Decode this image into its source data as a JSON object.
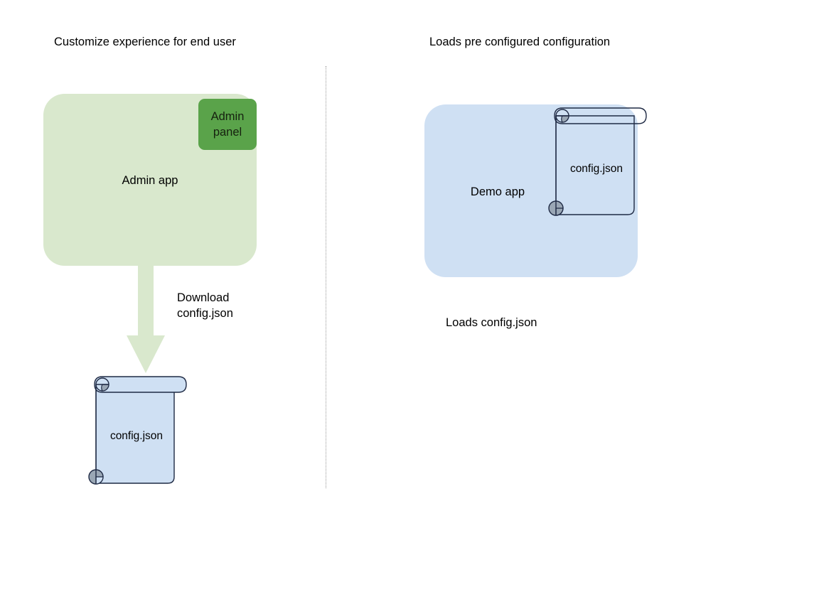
{
  "diagram": {
    "type": "flow-diagram",
    "background": "#ffffff",
    "columns": [
      {
        "title": "Customize experience for end user",
        "app": {
          "label": "Admin app",
          "fill": "#d9e8cd",
          "sub_component": {
            "label": "Admin\npanel",
            "fill": "#5aa34a"
          }
        },
        "arrow": {
          "label": "Download\nconfig.json",
          "fill": "#d9e8cd",
          "direction": "down"
        },
        "document": {
          "label": "config.json",
          "fill": "#cfe0f3",
          "stroke": "#1f2a44",
          "roll_fill": "#9aa7b5"
        }
      },
      {
        "title": "Loads pre configured configuration",
        "app": {
          "label": "Demo app",
          "fill": "#cfe0f3"
        },
        "document": {
          "label": "config.json",
          "fill": "none",
          "stroke": "#1f2a44",
          "roll_fill": "#9aa7b5"
        },
        "caption": "Loads config.json"
      }
    ],
    "divider": {
      "style": "dotted",
      "color": "#9a9a9a"
    }
  },
  "titles": {
    "left": "Customize experience for end user",
    "right": "Loads pre configured configuration"
  },
  "left": {
    "app_label": "Admin app",
    "panel_label": "Admin\npanel",
    "arrow_label": "Download\nconfig.json",
    "doc_label": "config.json"
  },
  "right": {
    "app_label": "Demo app",
    "doc_label": "config.json",
    "caption": "Loads config.json"
  }
}
